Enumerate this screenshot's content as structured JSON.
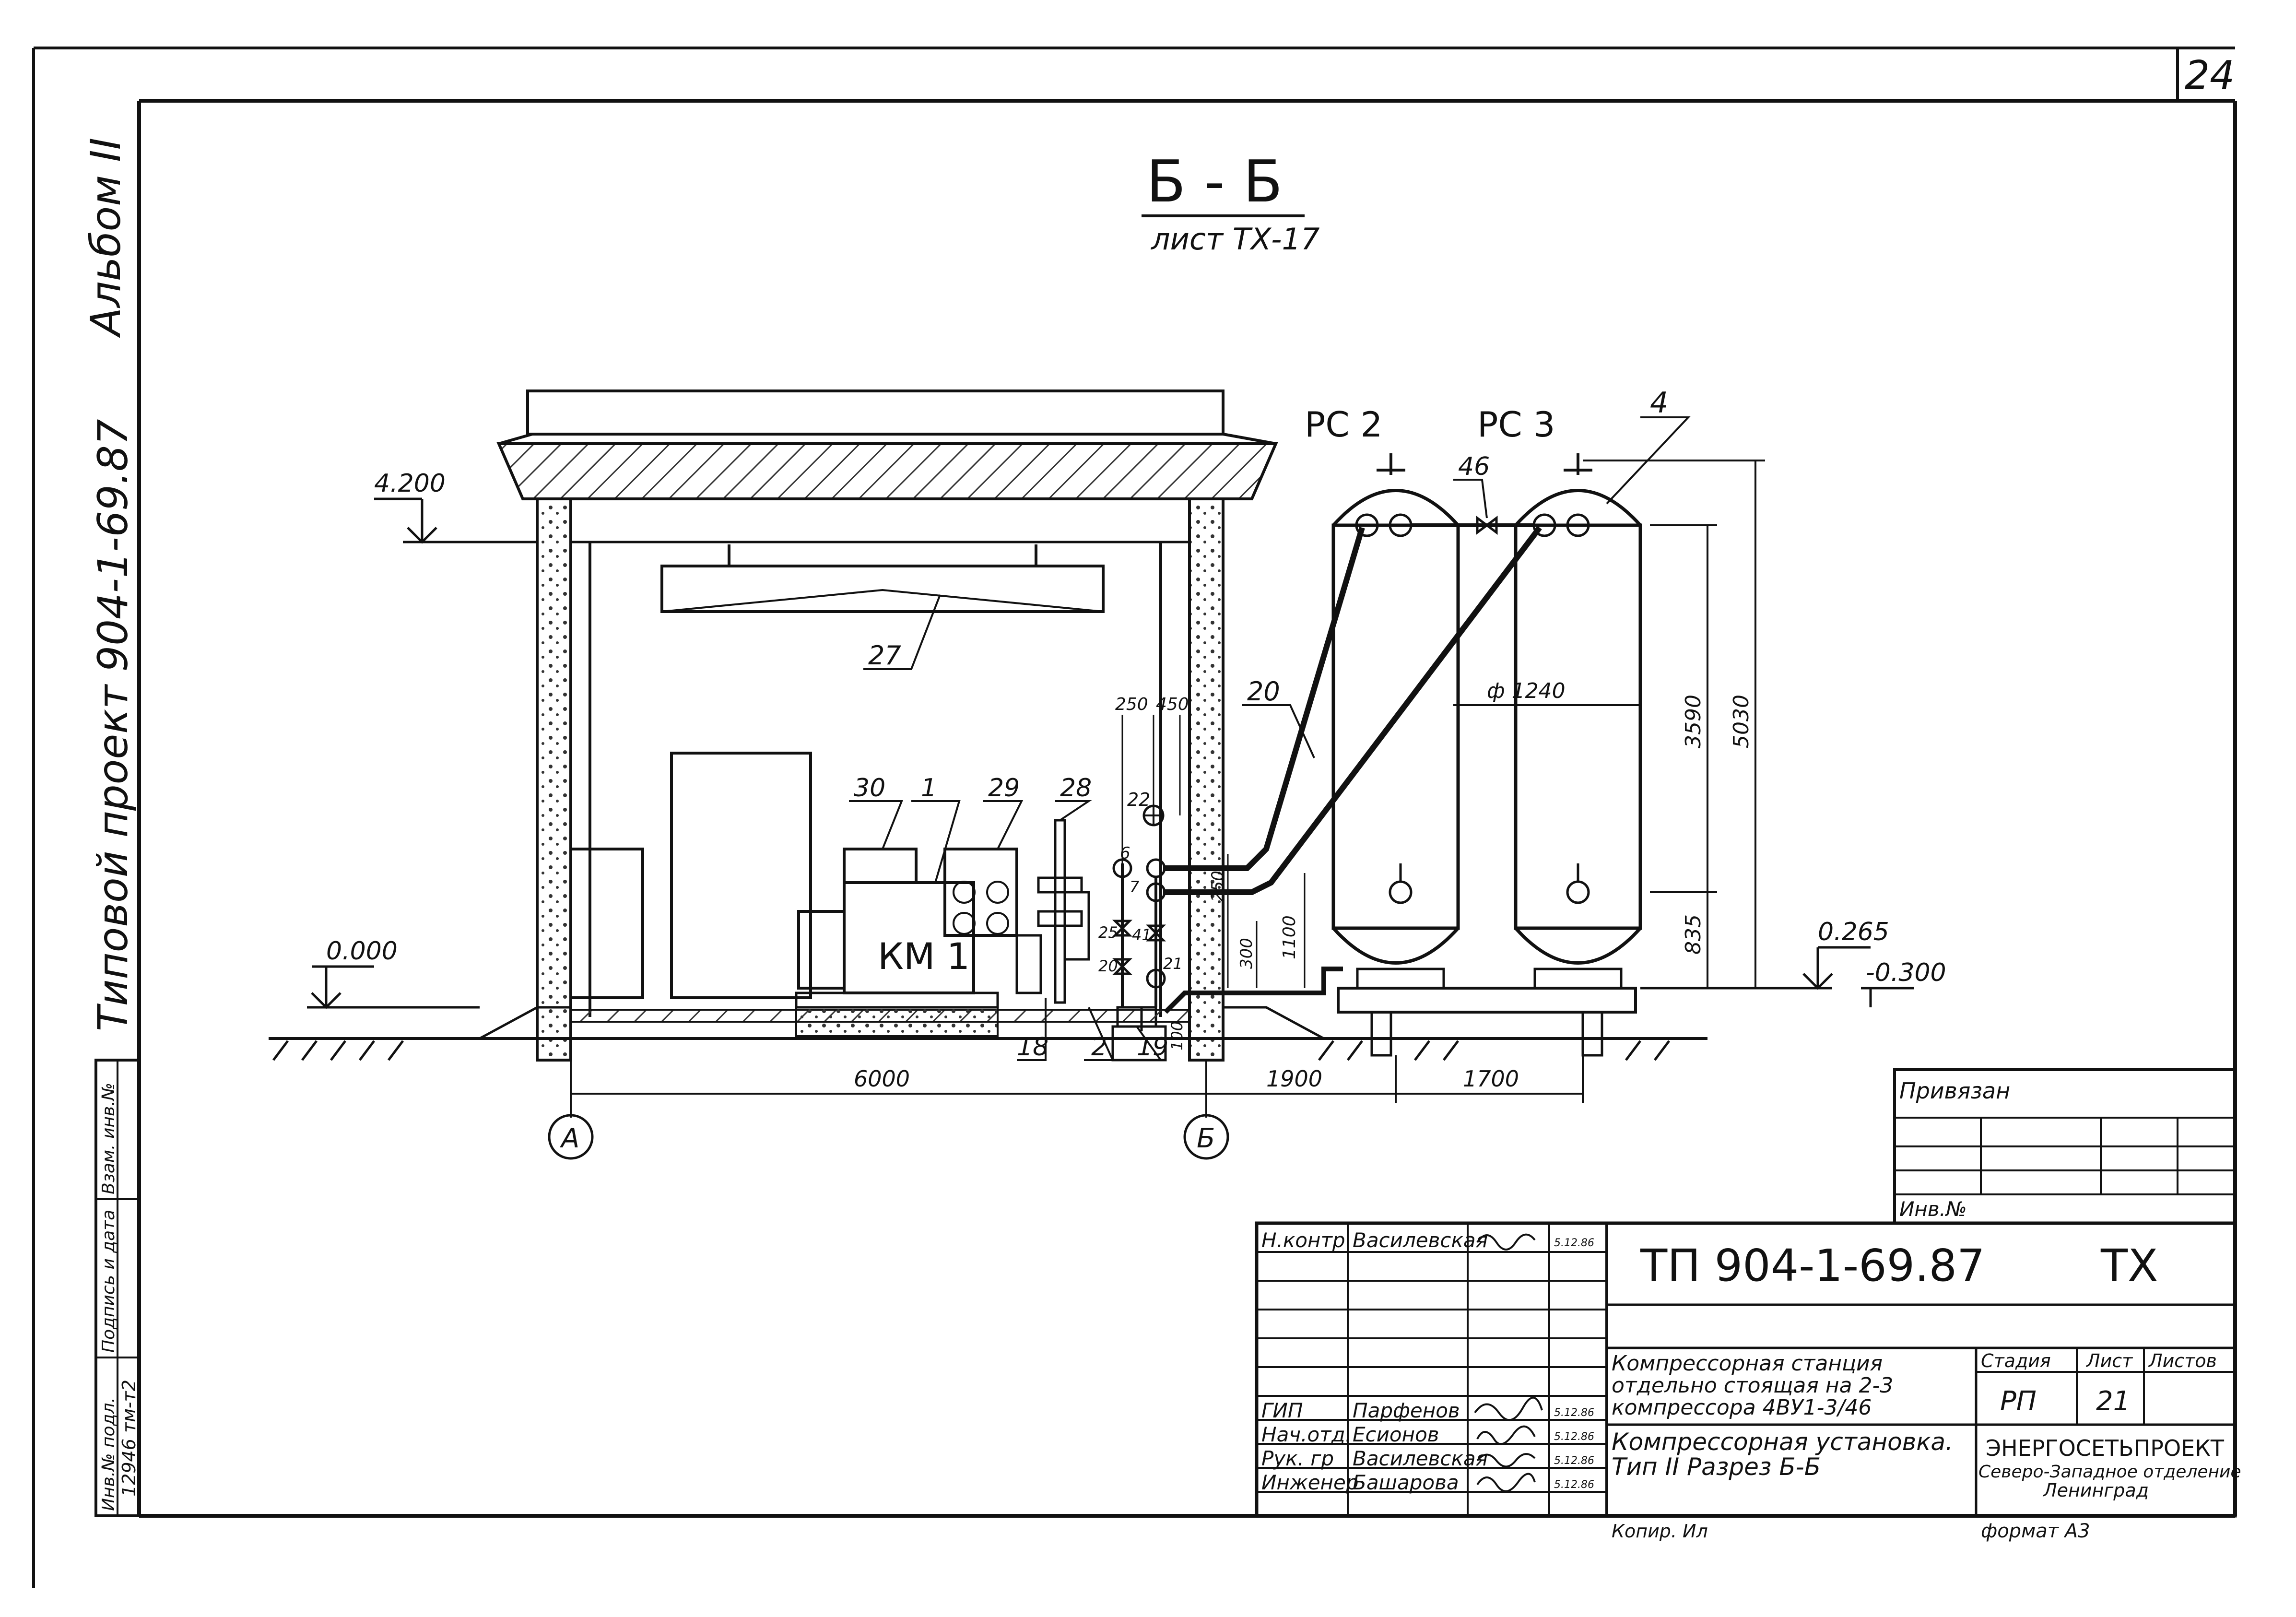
{
  "sheet_number": "24",
  "album_label": "Альбом II",
  "project_label": "Типовой проект 904-1-69.87",
  "section_title": "Б - Б",
  "section_ref": "лист ТХ-17",
  "vessels": {
    "left": "РС 2",
    "right": "РС 3"
  },
  "compressor_label": "КМ 1",
  "axes": {
    "left": "А",
    "right": "Б"
  },
  "elevations": {
    "top": "4.200",
    "zero": "0.000",
    "right_pos": "0.265",
    "right_neg": "-0.300"
  },
  "dimensions": {
    "span_total": "6000",
    "span_right1": "1900",
    "span_right2": "1700",
    "diameter": "ф 1240",
    "height_3590": "3590",
    "height_5030": "5030",
    "height_835": "835",
    "d250": "250",
    "d450": "450",
    "d250b": "250",
    "d1100": "1100",
    "d300": "300",
    "d100": "100"
  },
  "callouts": {
    "c27": "27",
    "c20": "20",
    "c4": "4",
    "c46": "46",
    "c30": "30",
    "c1": "1",
    "c29": "29",
    "c28": "28",
    "c22": "22",
    "c6": "6",
    "c7": "7",
    "c25": "25",
    "c41": "41",
    "c20b": "20",
    "c21": "21",
    "c18": "18",
    "c2": "2",
    "c19": "19"
  },
  "binding": {
    "privyazan": "Привязан",
    "inv_no": "Инв.№"
  },
  "side_stamp": {
    "inv_orig": "Инв.№ подл.",
    "sign_date": "Подпись и дата",
    "instead_inv": "Взам. инв.№",
    "inv_value": "12946 тм-т2"
  },
  "title_block": {
    "code": "ТП 904-1-69.87",
    "mark": "ТХ",
    "description_1": "Компрессорная станция отдельно стоящая на 2-3 компрессора 4ВУ1-3/46",
    "description_2": "Компрессорная установка. Тип II Разрез Б-Б",
    "stage_label": "Стадия",
    "sheet_label": "Лист",
    "sheets_label": "Листов",
    "stage_value": "РП",
    "sheet_value": "21",
    "org_1": "ЭНЕРГОСЕТЬПРОЕКТ",
    "org_2": "Северо-Западное отделение",
    "org_3": "Ленинград",
    "copied": "Копир. Ил",
    "format": "формат А3",
    "people": [
      {
        "role": "Н.контр",
        "name": "Василевская",
        "date": "5.12.86"
      },
      {
        "role": "ГИП",
        "name": "Парфенов",
        "date": "5.12.86"
      },
      {
        "role": "Нач.отд.",
        "name": "Есионов",
        "date": "5.12.86"
      },
      {
        "role": "Рук. гр",
        "name": "Василевская",
        "date": "5.12.86"
      },
      {
        "role": "Инженер",
        "name": "Башарова",
        "date": "5.12.86"
      }
    ]
  }
}
